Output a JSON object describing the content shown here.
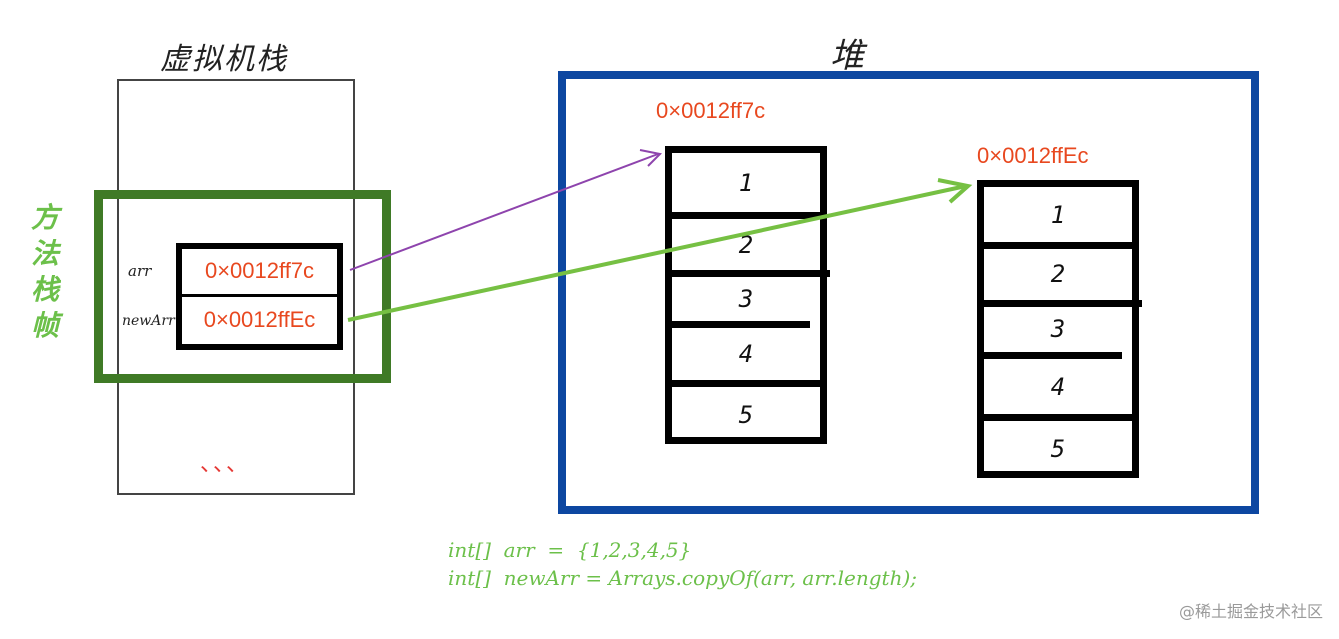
{
  "vm_stack": {
    "title": "虚拟机栈",
    "ellipsis": "、、、"
  },
  "heap": {
    "title": "堆"
  },
  "method_frame": {
    "label": "方法栈帧",
    "label_chars": [
      "方",
      "法",
      "栈",
      "帧"
    ]
  },
  "variables": [
    {
      "name": "arr",
      "value": "0×0012ff7c"
    },
    {
      "name": "newArr",
      "value": "0×0012ffEc"
    }
  ],
  "arrays": [
    {
      "address": "0×0012ff7c",
      "values": [
        "1",
        "2",
        "3",
        "4",
        "5"
      ]
    },
    {
      "address": "0×0012ffEc",
      "values": [
        "1",
        "2",
        "3",
        "4",
        "5"
      ]
    }
  ],
  "code": {
    "line1": "int[]  arr  =  {1,2,3,4,5}",
    "line2": "int[]  newArr = Arrays.copyOf(arr, arr.length);"
  },
  "watermark": "@稀土掘金技术社区",
  "colors": {
    "frame_green": "#3f7a26",
    "label_green": "#6cc04a",
    "heap_blue": "#0d47a1",
    "address_red": "#e8481f",
    "arrow_purple": "#8e44ad",
    "arrow_green": "#76c043"
  }
}
